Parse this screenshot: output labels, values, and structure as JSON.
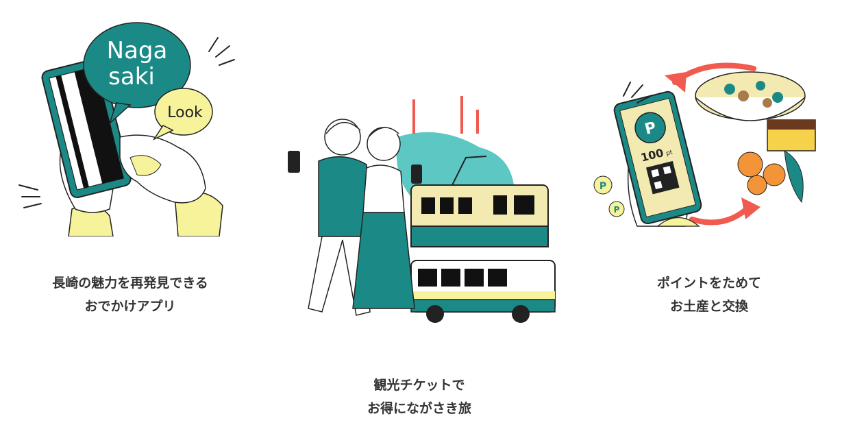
{
  "colors": {
    "teal": "#1b8a86",
    "teal_light": "#5cc7c3",
    "yellow": "#f6f39a",
    "cream": "#f2eab1",
    "red": "#f05a4f",
    "orange": "#f29437",
    "text": "#333333"
  },
  "features": [
    {
      "id": "app",
      "illustration": {
        "bubble_text": "Naga\nsaki",
        "bubble_text_line1": "Naga",
        "bubble_text_line2": "saki",
        "small_bubble_text": "Look",
        "icon": "smartphone-hand-icon"
      },
      "caption_lines": [
        "長崎の魅力を再発見できる",
        "おでかけアプリ"
      ]
    },
    {
      "id": "tickets",
      "illustration": {
        "icon": "tourists-tram-bus-icon"
      },
      "caption_lines": [
        "観光チケットで",
        "お得にながさき旅"
      ]
    },
    {
      "id": "points",
      "illustration": {
        "points_label": "100",
        "points_unit": "pt",
        "point_badge": "P",
        "icon": "points-exchange-icon"
      },
      "caption_lines": [
        "ポイントをためて",
        "お土産と交換"
      ]
    }
  ]
}
